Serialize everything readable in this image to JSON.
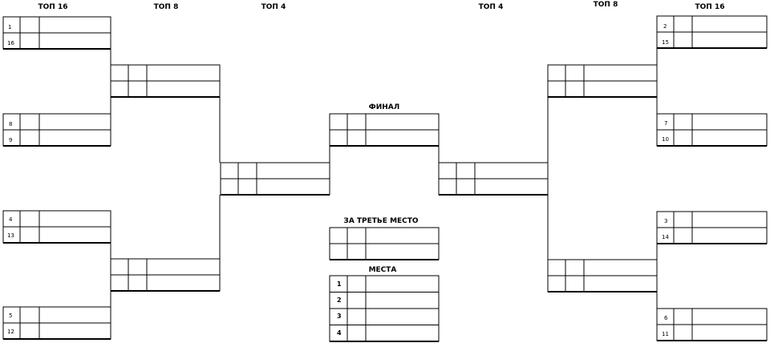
{
  "headers": {
    "top16_left": "ТОП 16",
    "top8_left": "ТОП 8",
    "top4_left": "ТОП 4",
    "top4_right": "ТОП 4",
    "top8_right": "ТОП 8",
    "top16_right": "ТОП 16"
  },
  "center": {
    "final_label": "ФИНАЛ",
    "third_place_label": "ЗА ТРЕТЬЕ МЕСТО",
    "places_label": "МЕСТА"
  },
  "seeds": {
    "left": [
      "1",
      "16",
      "8",
      "9",
      "4",
      "13",
      "5",
      "12"
    ],
    "right": [
      "2",
      "15",
      "7",
      "10",
      "3",
      "14",
      "6",
      "11"
    ]
  },
  "places": [
    "1",
    "2",
    "3",
    "4"
  ]
}
